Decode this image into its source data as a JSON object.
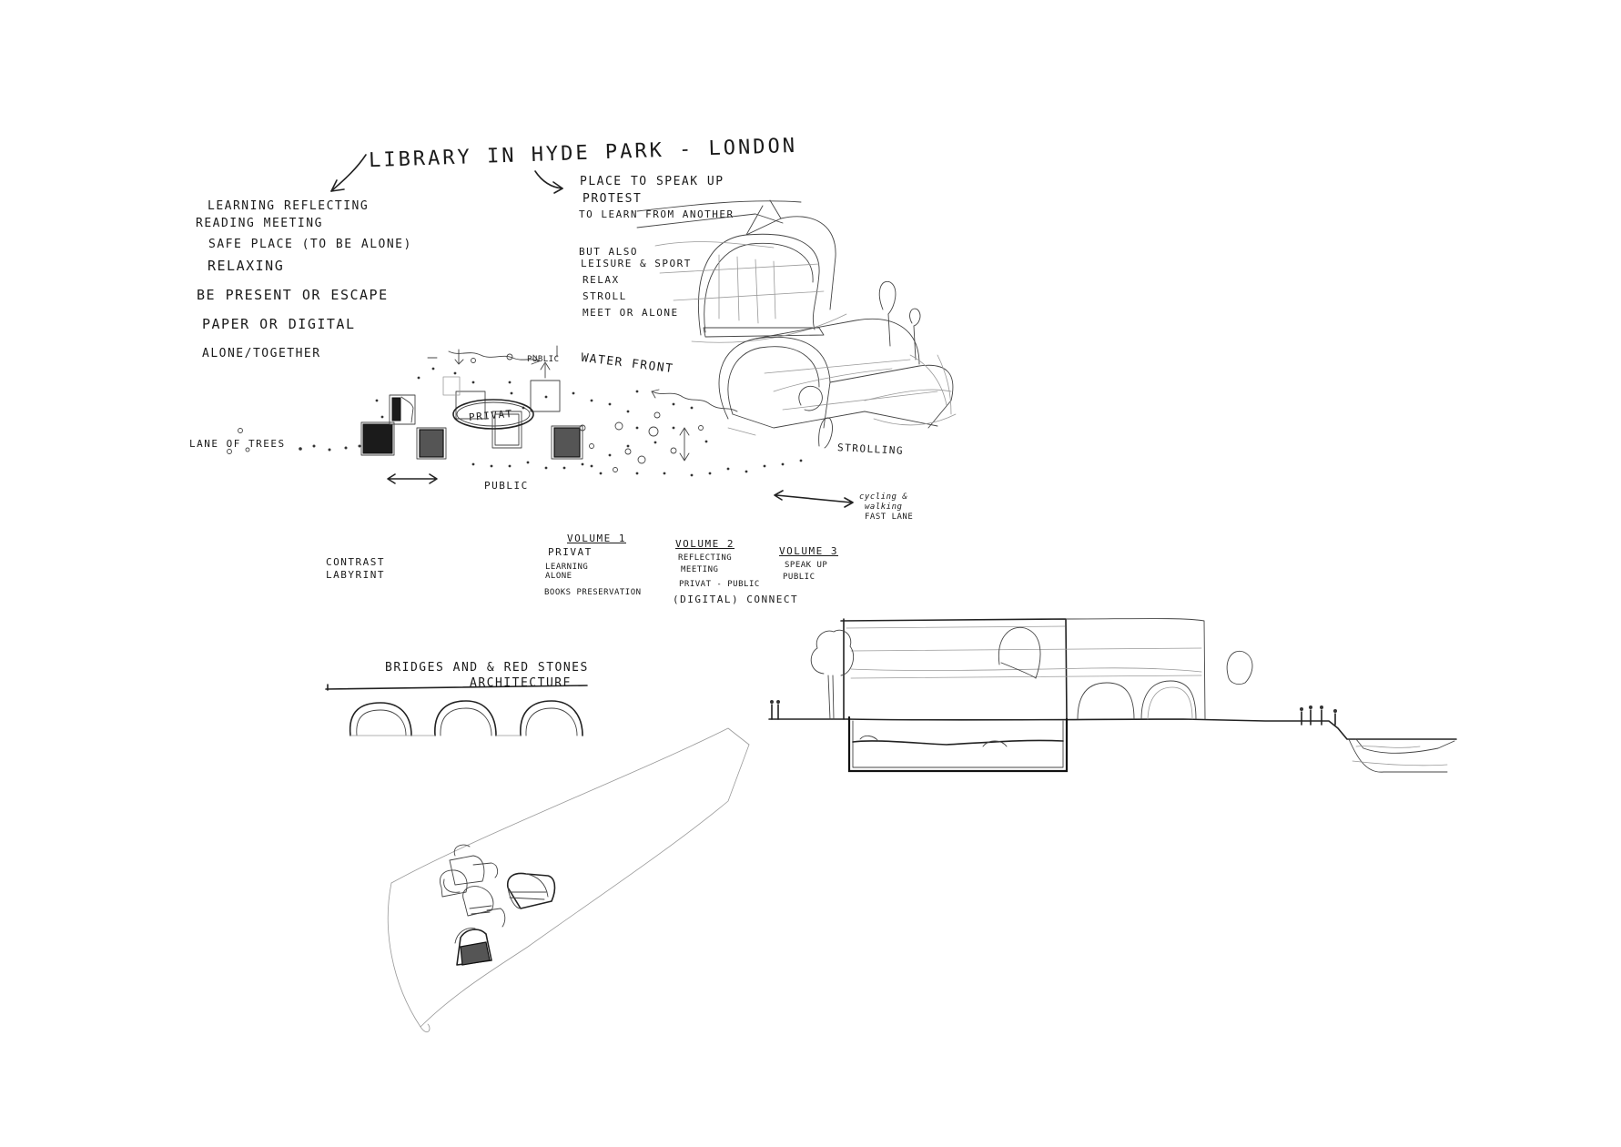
{
  "title": "LIBRARY IN HYDE PARK - LONDON",
  "left_notes": [
    "LEARNING REFLECTING",
    "READING MEETING",
    "SAFE PLACE (TO BE ALONE)",
    "RELAXING",
    "BE PRESENT OR ESCAPE",
    "PAPER OR DIGITAL",
    "ALONE/TOGETHER"
  ],
  "right_notes": [
    "PLACE TO SPEAK UP",
    "PROTEST",
    "TO LEARN FROM ANOTHER",
    "BUT ALSO",
    "LEISURE & SPORT",
    "RELAX",
    "STROLL",
    "MEET OR ALONE"
  ],
  "plan_labels": {
    "public_top": "PUBLIC",
    "water_front": "WATER FRONT",
    "privat": "PRIVAT",
    "lane_of_trees": "LANE OF TREES",
    "public_bottom": "PUBLIC",
    "strolling": "STROLLING",
    "cycling_line1": "cycling &",
    "cycling_line2": "walking",
    "fast_lane": "FAST LANE"
  },
  "contrast": [
    "CONTRAST",
    "LABYRINT"
  ],
  "volume1": {
    "title": "VOLUME 1",
    "lines": [
      "PRIVAT",
      "LEARNING",
      "ALONE",
      "BOOKS PRESERVATION"
    ]
  },
  "volume2": {
    "title": "VOLUME 2",
    "lines": [
      "REFLECTING",
      "MEETING",
      "PRIVAT - PUBLIC",
      "(DIGITAL) CONNECT"
    ]
  },
  "volume3": {
    "title": "VOLUME 3",
    "lines": [
      "SPEAK UP",
      "PUBLIC"
    ]
  },
  "bridges": [
    "BRIDGES AND & RED STONES",
    "ARCHITECTURE"
  ]
}
